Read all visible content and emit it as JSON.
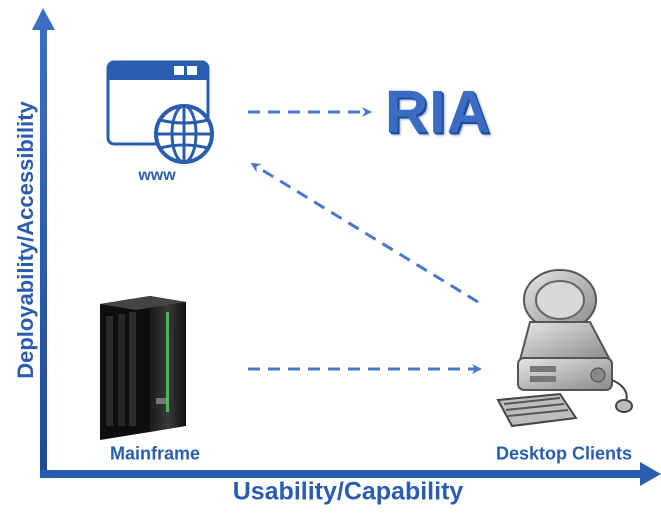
{
  "axes": {
    "y_label": "Deployability/Accessibility",
    "x_label": "Usability/Capability"
  },
  "nodes": {
    "www": {
      "label": "www",
      "icon": "browser-globe-icon"
    },
    "ria": {
      "label": "RIA"
    },
    "mainframe": {
      "label": "Mainframe",
      "icon": "mainframe-server-icon"
    },
    "desktop": {
      "label": "Desktop Clients",
      "icon": "desktop-computer-icon"
    }
  },
  "colors": {
    "axis": "#2a5db0",
    "arrow": "#4a78c8",
    "text": "#2a5db0"
  }
}
